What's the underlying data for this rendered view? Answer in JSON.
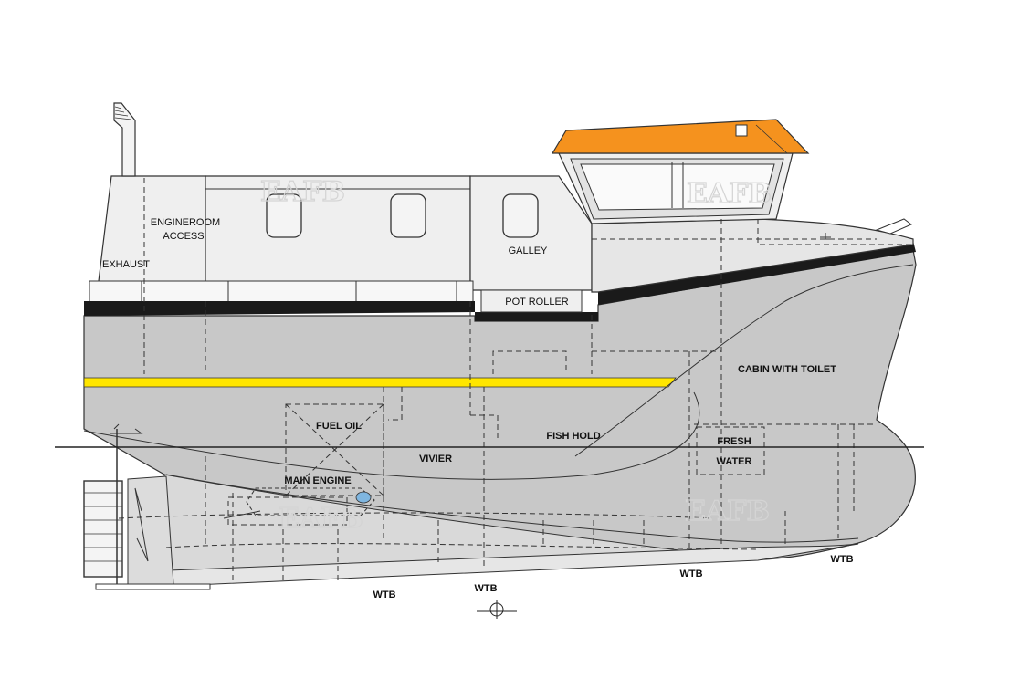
{
  "diagram": {
    "labels": {
      "exhaust": "EXHAUST",
      "engineroom_line1": "ENGINEROOM",
      "engineroom_line2": "ACCESS",
      "galley": "GALLEY",
      "pot_roller": "POT ROLLER",
      "cabin": "CABIN WITH TOILET",
      "fish_hold": "FISH HOLD",
      "fresh_water_line1": "FRESH",
      "fresh_water_line2": "WATER",
      "fuel_oil": "FUEL OIL",
      "vivier": "VIVIER",
      "main_engine": "MAIN ENGINE",
      "wtb_1": "WTB",
      "wtb_2": "WTB",
      "wtb_3": "WTB",
      "wtb_4": "WTB"
    },
    "watermarks": [
      "EAFB",
      "EAFB",
      "EAFB",
      "EAFB"
    ],
    "colors": {
      "hull": "#c8c8c8",
      "hull_lower": "#d9d9d9",
      "superstructure": "#efefef",
      "roof": "#f5921e",
      "stripe": "#ffe600",
      "rubbing_strake": "#1a1a1a",
      "outline": "#333333",
      "pipe_fitting": "#7fb6e0"
    }
  }
}
